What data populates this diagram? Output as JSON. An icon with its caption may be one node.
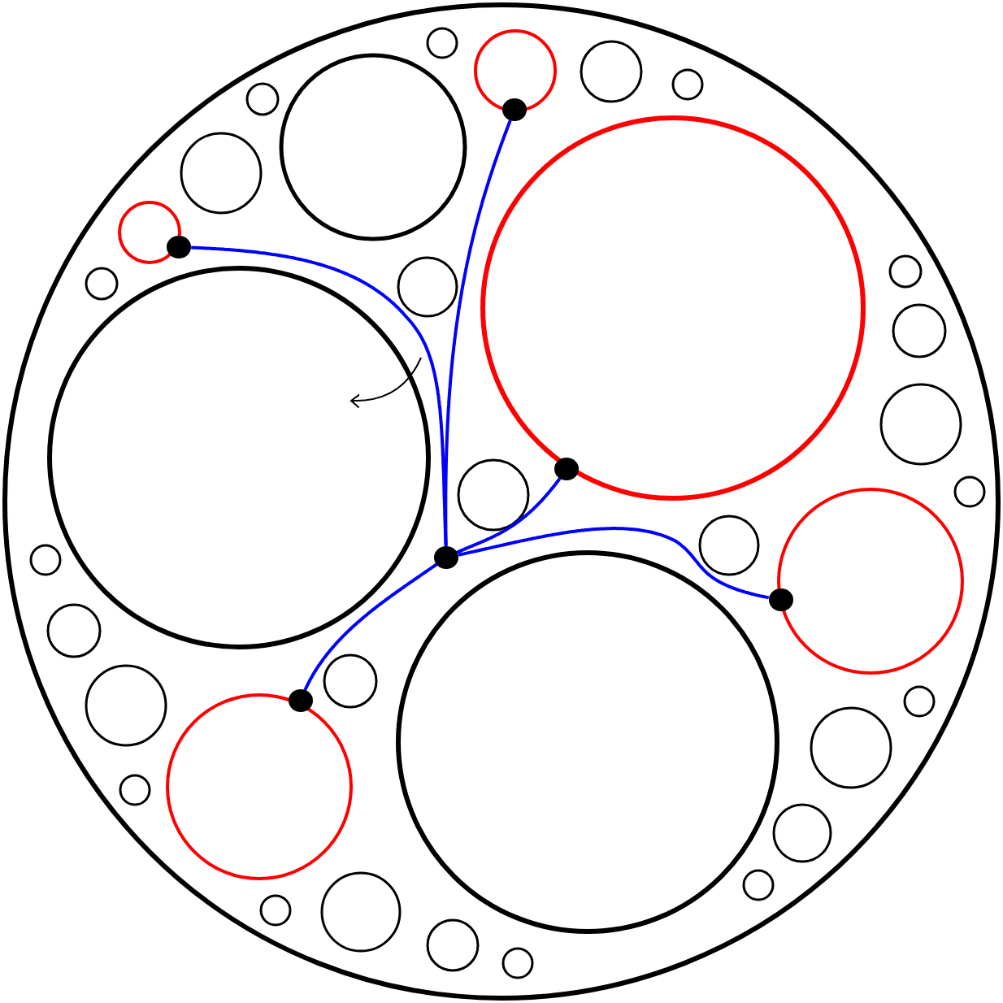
{
  "diagram": {
    "nodes": [
      {
        "text": [],
        "shape": "circle"
      },
      {
        "text": [],
        "shape": "circle"
      },
      {
        "text": [],
        "shape": "circle"
      },
      {
        "text": [],
        "shape": "circle"
      },
      {
        "text": [],
        "shape": "circle"
      },
      {
        "text": [],
        "shape": "circle"
      }
    ],
    "edges": [
      {
        "from": 3,
        "to": 0,
        "arrow": "none"
      },
      {
        "from": 3,
        "to": 1,
        "arrow": "none"
      },
      {
        "from": 3,
        "to": 2,
        "arrow": "none"
      },
      {
        "from": 3,
        "to": 4,
        "arrow": "none"
      },
      {
        "from": 3,
        "to": 5,
        "arrow": "none"
      }
    ]
  }
}
